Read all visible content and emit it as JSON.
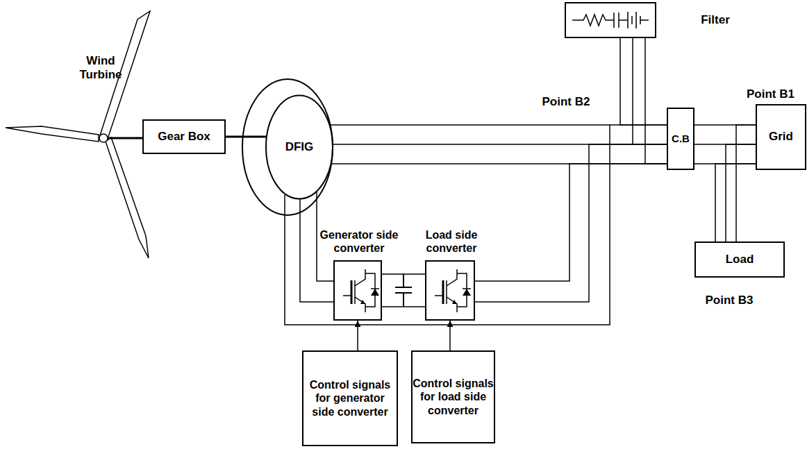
{
  "diagram": {
    "nodes": [
      {
        "text": [
          "Gear Box"
        ]
      },
      {
        "text": [
          "DFIG"
        ]
      },
      {
        "text": [
          "Filter"
        ]
      },
      {
        "text": [
          "C.B"
        ]
      },
      {
        "text": [
          "Grid"
        ]
      },
      {
        "text": [
          "Generator side converter"
        ]
      },
      {
        "text": [
          "Load side converter"
        ]
      },
      {
        "text": [
          "Load"
        ]
      },
      {
        "text": [
          "Control signals for generator side converter"
        ]
      },
      {
        "text": [
          "Control signals for load side converter"
        ]
      }
    ],
    "edges": [
      {
        "from": 0,
        "to": 1,
        "arrow": "none"
      },
      {
        "from": 1,
        "to": 3,
        "arrow": "none"
      },
      {
        "from": 3,
        "to": 4,
        "arrow": "none"
      },
      {
        "from": 2,
        "to": 3,
        "arrow": "none"
      },
      {
        "from": 1,
        "to": 5,
        "arrow": "none"
      },
      {
        "from": 5,
        "to": 6,
        "arrow": "none"
      },
      {
        "from": 6,
        "to": 3,
        "arrow": "none"
      },
      {
        "from": 7,
        "to": 4,
        "arrow": "none"
      },
      {
        "from": 8,
        "to": 5,
        "arrow": "to"
      },
      {
        "from": 9,
        "to": 6,
        "arrow": "to"
      }
    ],
    "labels": [
      "Wind Turbine",
      "Point B2",
      "Point B1",
      "Point B3"
    ]
  }
}
